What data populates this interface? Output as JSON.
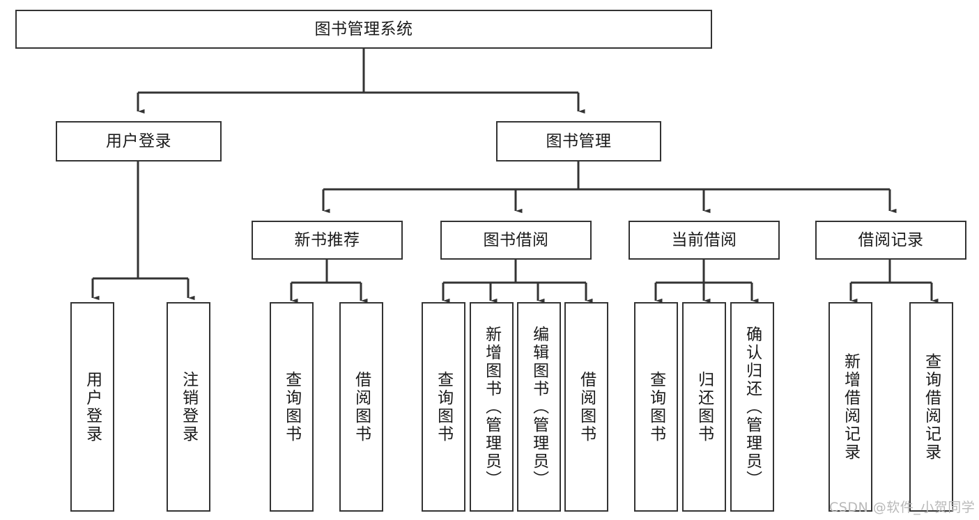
{
  "diagram": {
    "type": "tree",
    "title": "图书管理系统",
    "orientation": "top-down",
    "line_color": "#333333",
    "box_fill": "#ffffff",
    "text_color": "#1a1a1a",
    "nodes": {
      "root": {
        "label": "图书管理系统",
        "level": 0
      },
      "l1": [
        {
          "id": "user-login",
          "label": "用户登录"
        },
        {
          "id": "book-manage",
          "label": "图书管理"
        }
      ],
      "l2": [
        {
          "id": "new-book-recommend",
          "label": "新书推荐",
          "parent": "book-manage"
        },
        {
          "id": "book-borrow",
          "label": "图书借阅",
          "parent": "book-manage"
        },
        {
          "id": "current-borrow",
          "label": "当前借阅",
          "parent": "book-manage"
        },
        {
          "id": "borrow-record",
          "label": "借阅记录",
          "parent": "book-manage"
        }
      ],
      "leaves": [
        {
          "id": "leaf-user-login",
          "label": "用户登录",
          "parent": "user-login"
        },
        {
          "id": "leaf-logout",
          "label": "注销登录",
          "parent": "user-login"
        },
        {
          "id": "leaf-query-book-1",
          "label": "查询图书",
          "parent": "new-book-recommend"
        },
        {
          "id": "leaf-borrow-book-1",
          "label": "借阅图书",
          "parent": "new-book-recommend"
        },
        {
          "id": "leaf-query-book-2",
          "label": "查询图书",
          "parent": "book-borrow"
        },
        {
          "id": "leaf-add-book",
          "label": "新增图书（管理员）",
          "parent": "book-borrow"
        },
        {
          "id": "leaf-edit-book",
          "label": "编辑图书（管理员）",
          "parent": "book-borrow"
        },
        {
          "id": "leaf-borrow-book-2",
          "label": "借阅图书",
          "parent": "book-borrow"
        },
        {
          "id": "leaf-query-book-3",
          "label": "查询图书",
          "parent": "current-borrow"
        },
        {
          "id": "leaf-return-book",
          "label": "归还图书",
          "parent": "current-borrow"
        },
        {
          "id": "leaf-confirm-return",
          "label": "确认归还（管理员）",
          "parent": "current-borrow"
        },
        {
          "id": "leaf-add-record",
          "label": "新增借阅记录",
          "parent": "borrow-record"
        },
        {
          "id": "leaf-query-record",
          "label": "查询借阅记录",
          "parent": "borrow-record"
        }
      ]
    }
  },
  "watermark": {
    "text": "CSDN @软件_小贺同学"
  }
}
